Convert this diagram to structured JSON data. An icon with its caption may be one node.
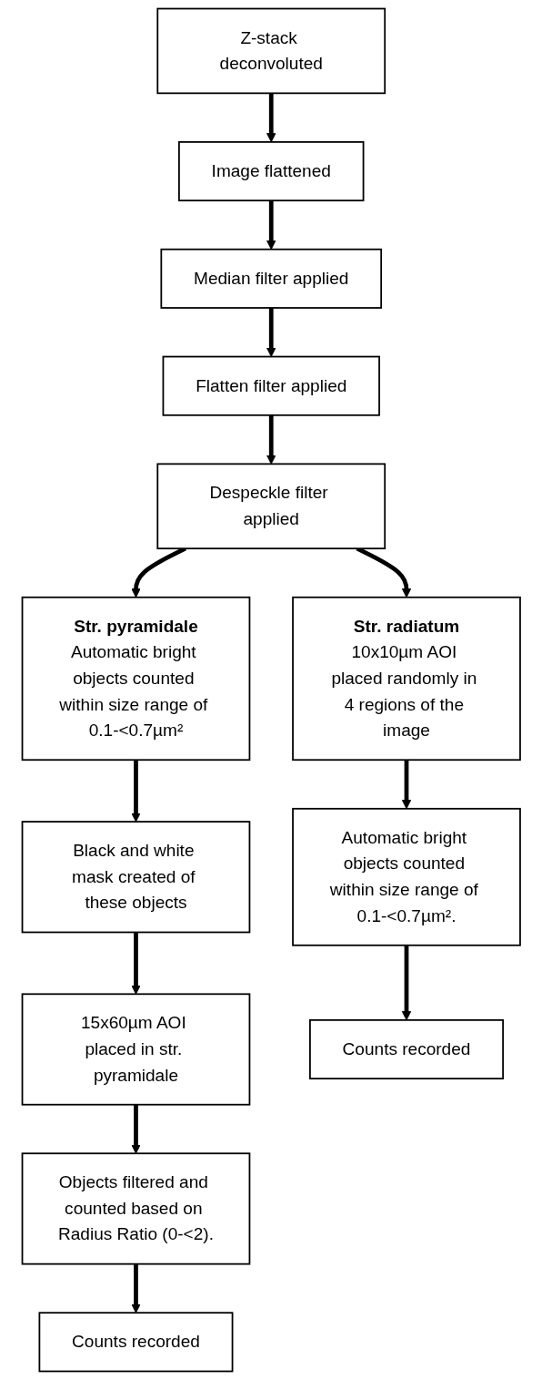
{
  "diagram": {
    "nodes": [
      {
        "text": [
          "Z-stack deconvoluted"
        ]
      },
      {
        "text": [
          "Image flattened"
        ]
      },
      {
        "text": [
          "Median filter applied"
        ]
      },
      {
        "text": [
          "Flatten filter applied"
        ]
      },
      {
        "text": [
          "Despeckle filter applied"
        ]
      },
      {
        "text": [
          "Str. pyramidale",
          "Automatic bright objects counted within size range of 0.1-<0.7µm²"
        ]
      },
      {
        "text": [
          "Black and white mask created of these objects"
        ]
      },
      {
        "text": [
          "15x60µm AOI placed in str. pyramidale"
        ]
      },
      {
        "text": [
          "Objects filtered and counted based on Radius Ratio (0-<2)."
        ]
      },
      {
        "text": [
          "Counts recorded"
        ]
      },
      {
        "text": [
          "Str. radiatum",
          "10x10µm AOI placed randomly in 4 regions of the image"
        ]
      },
      {
        "text": [
          "Automatic bright objects counted within size range of 0.1-<0.7µm²."
        ]
      },
      {
        "text": [
          "Counts recorded"
        ]
      }
    ],
    "edges": [
      {
        "from": 0,
        "to": 1,
        "arrow": "to"
      },
      {
        "from": 1,
        "to": 2,
        "arrow": "to"
      },
      {
        "from": 2,
        "to": 3,
        "arrow": "to"
      },
      {
        "from": 3,
        "to": 4,
        "arrow": "to"
      },
      {
        "from": 4,
        "to": 5,
        "arrow": "to"
      },
      {
        "from": 5,
        "to": 6,
        "arrow": "to"
      },
      {
        "from": 6,
        "to": 7,
        "arrow": "to"
      },
      {
        "from": 7,
        "to": 8,
        "arrow": "to"
      },
      {
        "from": 8,
        "to": 9,
        "arrow": "to"
      },
      {
        "from": 4,
        "to": 10,
        "arrow": "to"
      },
      {
        "from": 10,
        "to": 11,
        "arrow": "to"
      },
      {
        "from": 11,
        "to": 12,
        "arrow": "to"
      }
    ]
  }
}
